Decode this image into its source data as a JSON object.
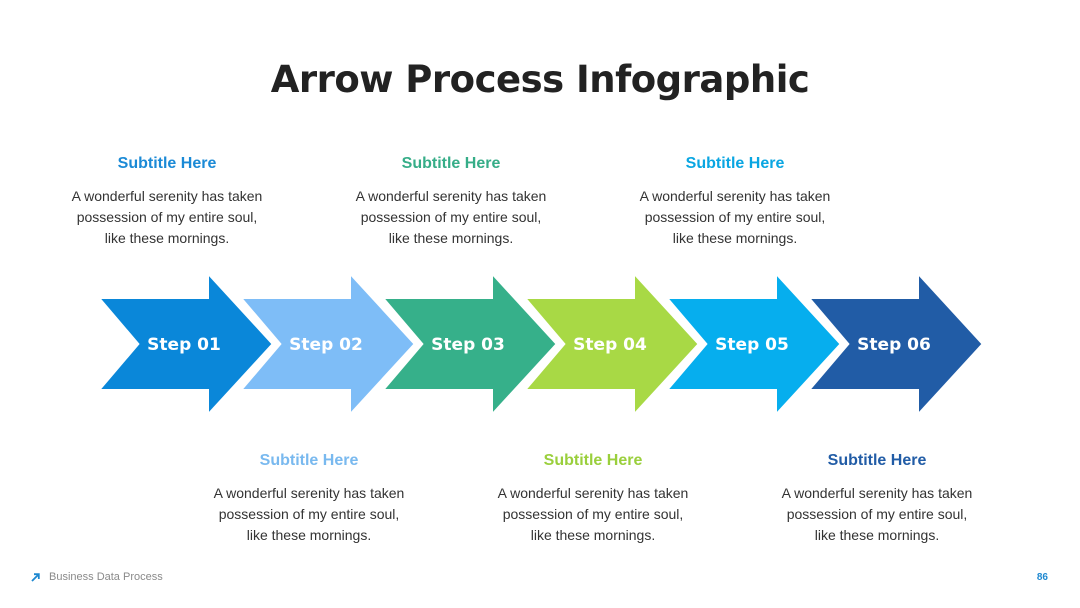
{
  "title": "Arrow Process Infographic",
  "steps": [
    {
      "label": "Step 01",
      "color": "#0a87d9",
      "subtitle": "Subtitle Here",
      "subtitle_color": "#1b8ad6",
      "position": "top",
      "lines": [
        "A wonderful serenity has taken",
        "possession of my entire soul,",
        "like these mornings."
      ]
    },
    {
      "label": "Step 02",
      "color": "#7ebdf7",
      "subtitle": "Subtitle Here",
      "subtitle_color": "#79b9ef",
      "position": "bottom",
      "lines": [
        "A wonderful serenity has taken",
        "possession of my entire soul,",
        "like these mornings."
      ]
    },
    {
      "label": "Step 03",
      "color": "#36b08a",
      "subtitle": "Subtitle Here",
      "subtitle_color": "#36ad88",
      "position": "top",
      "lines": [
        "A wonderful serenity has taken",
        "possession of my entire soul,",
        "like these mornings."
      ]
    },
    {
      "label": "Step 04",
      "color": "#a8d945",
      "subtitle": "Subtitle Here",
      "subtitle_color": "#9acf3c",
      "position": "bottom",
      "lines": [
        "A wonderful serenity has taken",
        "possession of my entire soul,",
        "like these mornings."
      ]
    },
    {
      "label": "Step 05",
      "color": "#06aeee",
      "subtitle": "Subtitle Here",
      "subtitle_color": "#0aa6e2",
      "position": "top",
      "lines": [
        "A wonderful serenity has taken",
        "possession of my entire soul,",
        "like these mornings."
      ]
    },
    {
      "label": "Step 06",
      "color": "#215ca6",
      "subtitle": "Subtitle Here",
      "subtitle_color": "#215ca6",
      "position": "bottom",
      "lines": [
        "A wonderful serenity has taken",
        "possession of my entire soul,",
        "like these mornings."
      ]
    }
  ],
  "footer": {
    "label": "Business Data Process",
    "page": "86",
    "accent": "#1e88d0",
    "icon": "arrow-up-right-icon"
  }
}
